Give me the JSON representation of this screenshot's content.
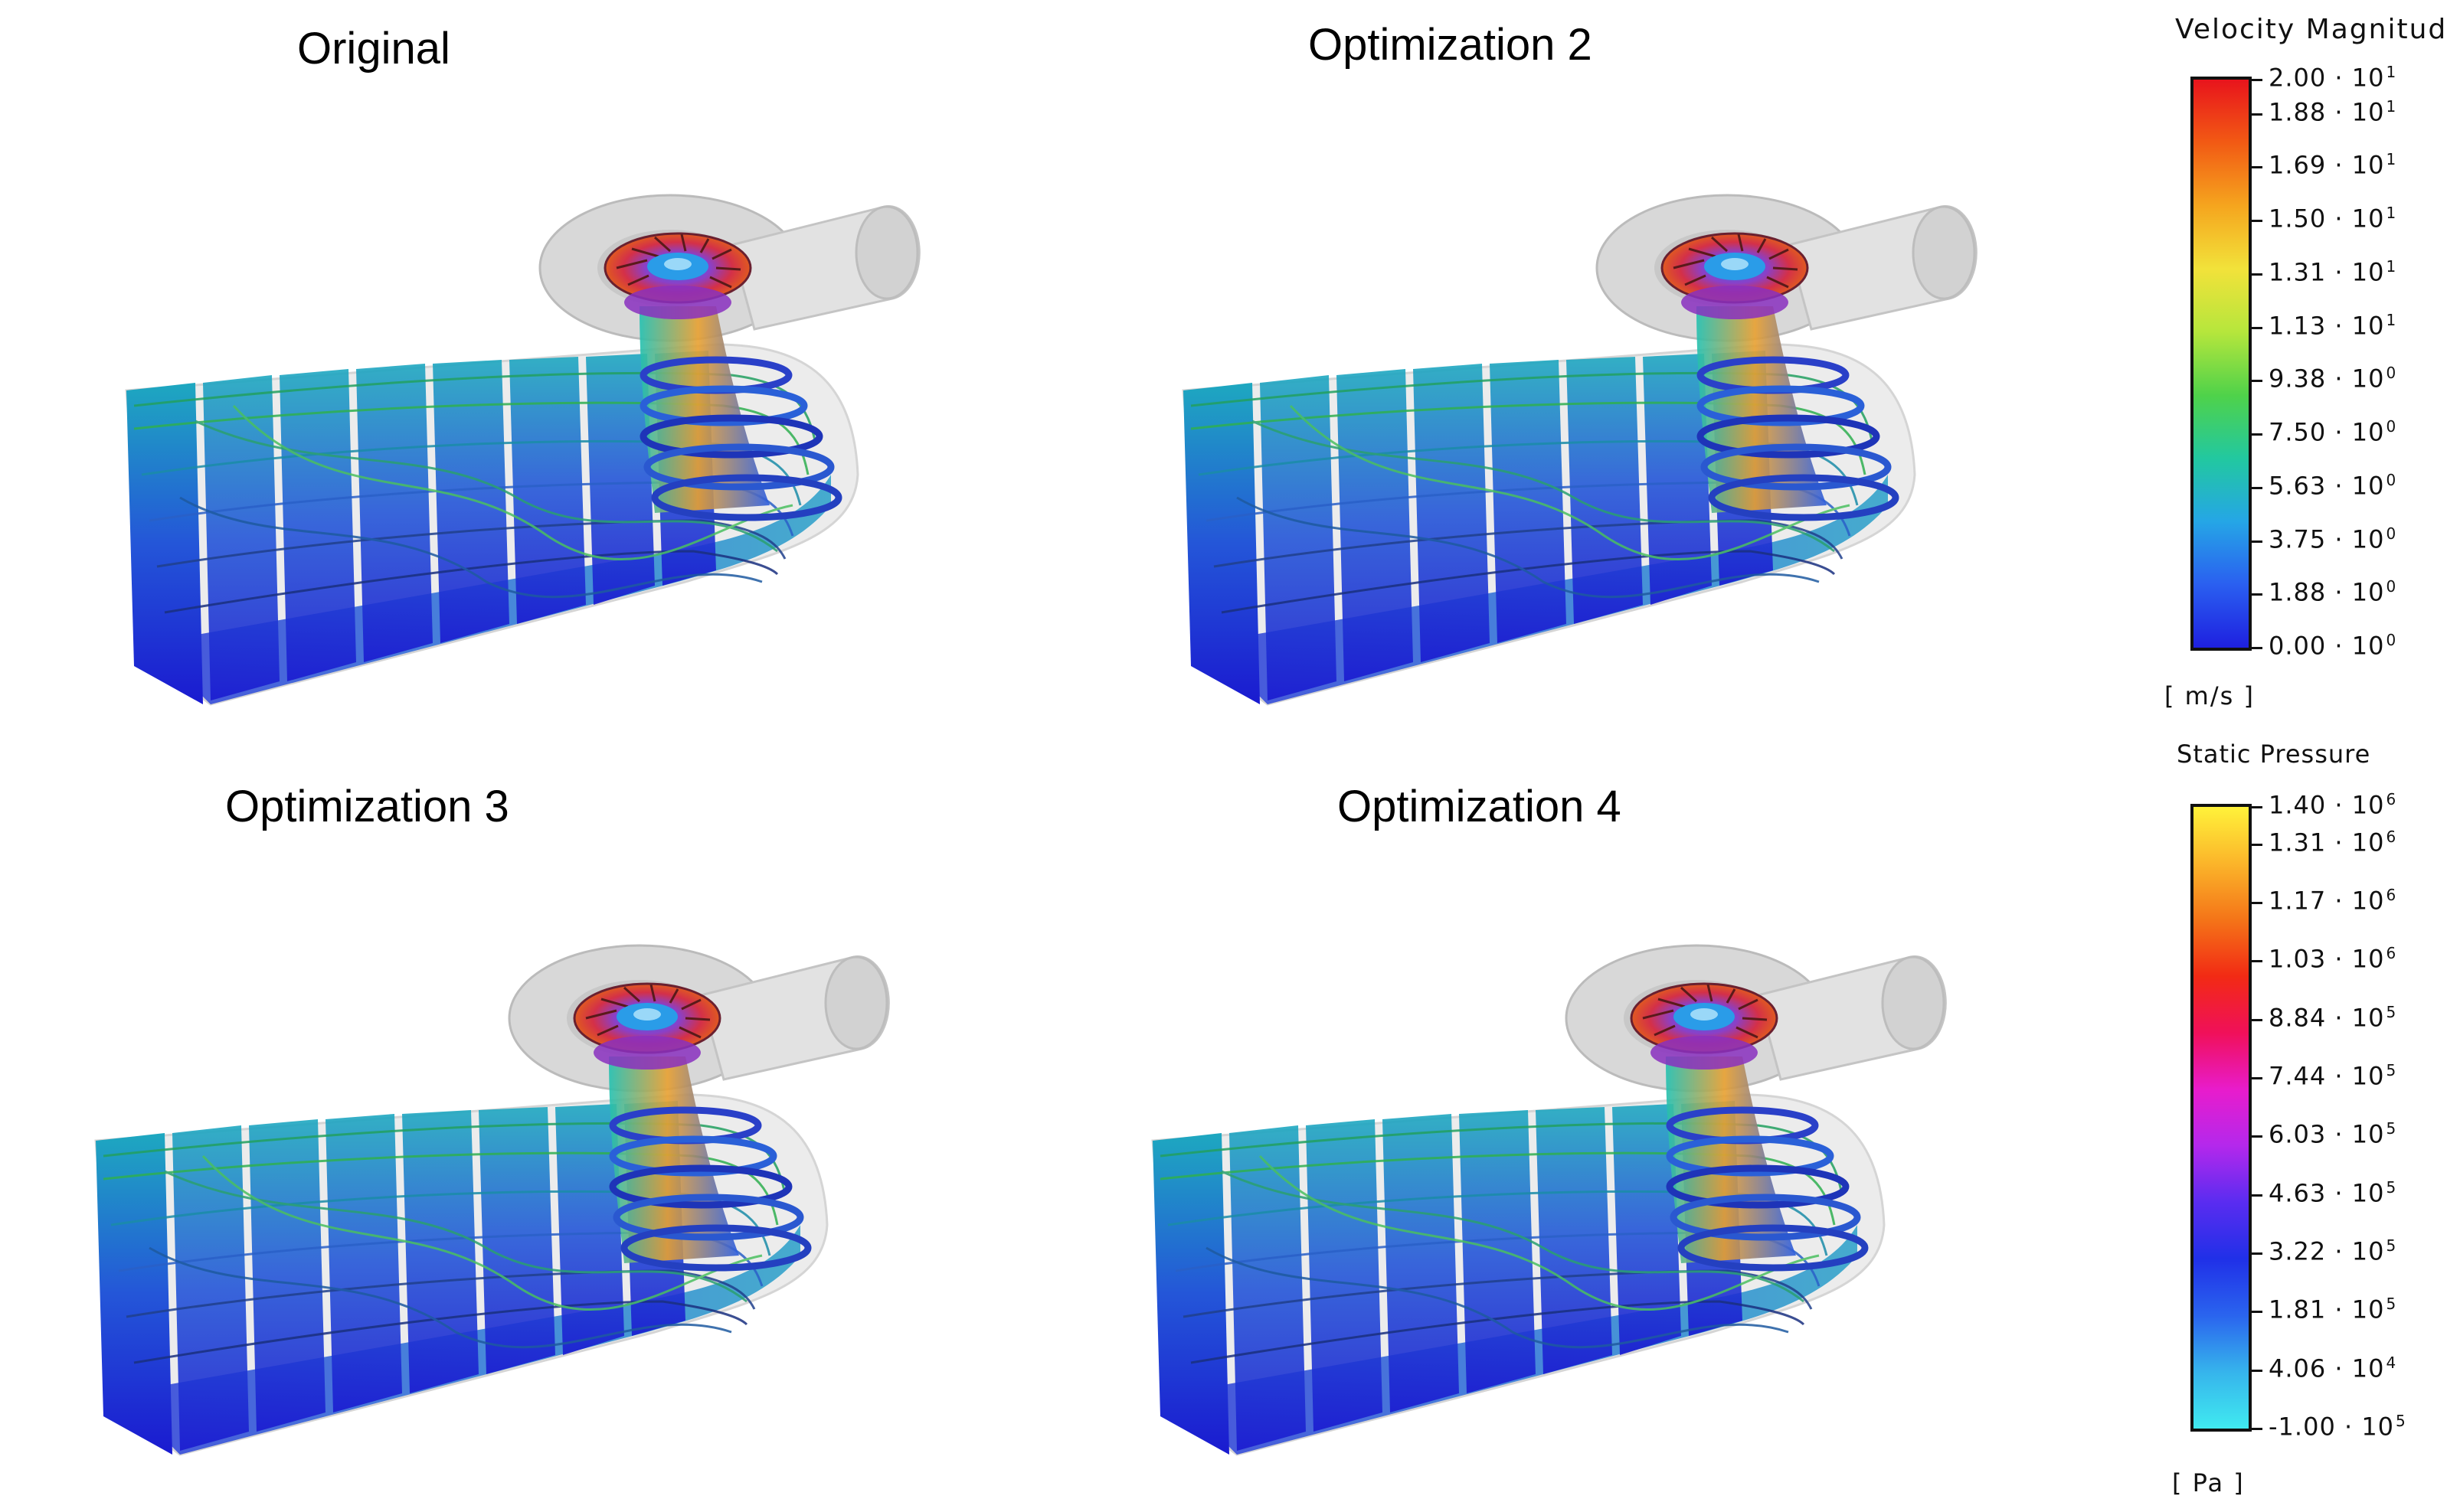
{
  "panels": [
    {
      "title": "Original"
    },
    {
      "title": "Optimization 2"
    },
    {
      "title": "Optimization 3"
    },
    {
      "title": "Optimization 4"
    }
  ],
  "legend_velocity": {
    "title": "Velocity Magnitude",
    "unit": "[ m/s ]",
    "ticks": [
      {
        "m": "2.00",
        "e": "1"
      },
      {
        "m": "1.88",
        "e": "1"
      },
      {
        "m": "1.69",
        "e": "1"
      },
      {
        "m": "1.50",
        "e": "1"
      },
      {
        "m": "1.31",
        "e": "1"
      },
      {
        "m": "1.13",
        "e": "1"
      },
      {
        "m": "9.38",
        "e": "0"
      },
      {
        "m": "7.50",
        "e": "0"
      },
      {
        "m": "5.63",
        "e": "0"
      },
      {
        "m": "3.75",
        "e": "0"
      },
      {
        "m": "1.88",
        "e": "0"
      },
      {
        "m": "0.00",
        "e": "0"
      }
    ],
    "colors": [
      "#e8141c",
      "#f25a14",
      "#f5a51e",
      "#f2e23a",
      "#b6e63c",
      "#4fd24a",
      "#22c8a0",
      "#25a6e6",
      "#2a5ff0",
      "#1e20e0"
    ]
  },
  "legend_pressure": {
    "title": "Static Pressure",
    "unit": "[ Pa ]",
    "ticks": [
      {
        "m": "1.40",
        "e": "6"
      },
      {
        "m": "1.31",
        "e": "6"
      },
      {
        "m": "1.17",
        "e": "6"
      },
      {
        "m": "1.03",
        "e": "6"
      },
      {
        "m": "8.84",
        "e": "5"
      },
      {
        "m": "7.44",
        "e": "5"
      },
      {
        "m": "6.03",
        "e": "5"
      },
      {
        "m": "4.63",
        "e": "5"
      },
      {
        "m": "3.22",
        "e": "5"
      },
      {
        "m": "1.81",
        "e": "5"
      },
      {
        "m": "4.06",
        "e": "4"
      },
      {
        "m": "-1.00",
        "e": "5"
      }
    ],
    "colors": [
      "#fff23a",
      "#fbb52a",
      "#f47418",
      "#f22a14",
      "#f0105a",
      "#e81ccc",
      "#b428ec",
      "#5a2cf0",
      "#2030e8",
      "#2a64ee",
      "#36b4ec",
      "#40eaf0"
    ]
  }
}
